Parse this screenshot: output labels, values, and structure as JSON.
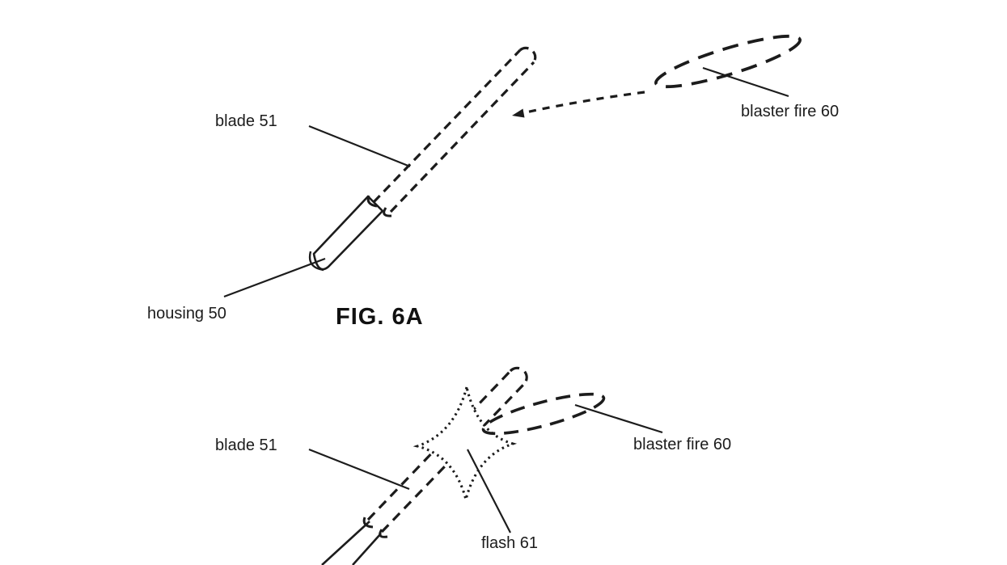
{
  "page": {
    "background_color": "#ffffff",
    "ink_color": "#1c1c1c"
  },
  "figures": {
    "fig_a": {
      "caption": "FIG. 6A",
      "blade_label": "blade 51",
      "blaster_fire_label": "blaster fire 60",
      "housing_label": "housing 50"
    },
    "fig_b": {
      "blade_label": "blade 51",
      "blaster_fire_label": "blaster fire 60",
      "flash_label": "flash 61"
    }
  }
}
